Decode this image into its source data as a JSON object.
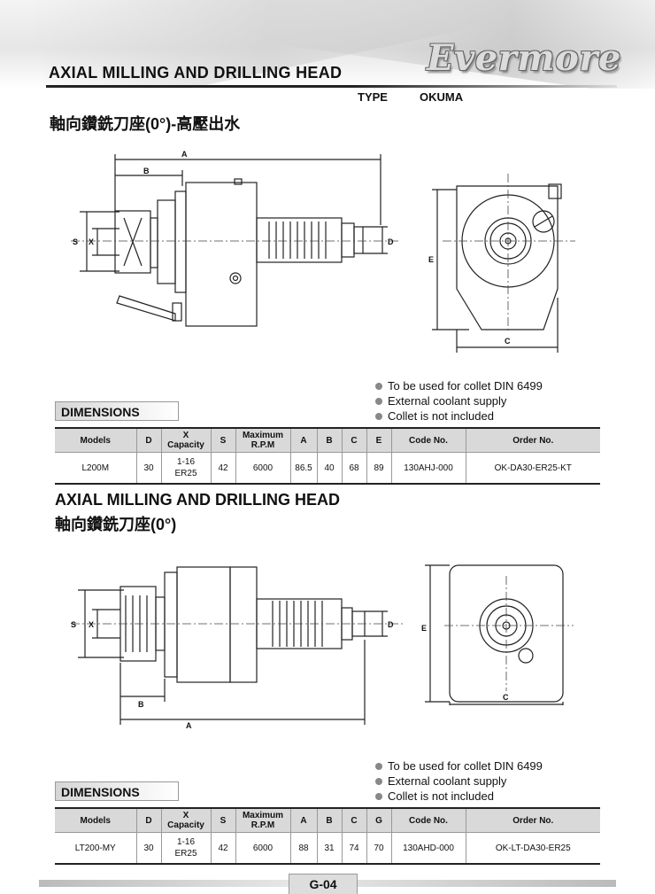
{
  "header": {
    "title": "AXIAL MILLING AND DRILLING HEAD",
    "logo_text": "Evermore",
    "type_label": "TYPE",
    "type_value": "OKUMA"
  },
  "section1": {
    "subtitle": "軸向鑽銑刀座(0°)-高壓出水",
    "labels": {
      "A": "A",
      "B": "B",
      "S": "S",
      "X": "X",
      "D": "D",
      "E": "E",
      "C": "C"
    },
    "notes": [
      "To be used for collet DIN 6499",
      "External coolant supply",
      "Collet is not included"
    ],
    "dimensions_label": "DIMENSIONS",
    "table": {
      "headers": [
        "Models",
        "D",
        "X",
        "Capacity",
        "S",
        "Maximum",
        "R.P.M",
        "A",
        "B",
        "C",
        "E",
        "Code No.",
        "Order No."
      ],
      "row": {
        "model": "L200M",
        "d": "30",
        "x1": "1-16",
        "x2": "ER25",
        "s": "42",
        "rpm": "6000",
        "a": "86.5",
        "b": "40",
        "c": "68",
        "e": "89",
        "code": "130AHJ-000",
        "order": "OK-DA30-ER25-KT"
      }
    }
  },
  "section2": {
    "title": "AXIAL MILLING AND DRILLING HEAD",
    "subtitle": "軸向鑽銑刀座(0°)",
    "labels": {
      "A": "A",
      "B": "B",
      "S": "S",
      "X": "X",
      "D": "D",
      "E": "E",
      "C": "C"
    },
    "notes": [
      "To be used for collet DIN 6499",
      "External coolant supply",
      "Collet is not included"
    ],
    "dimensions_label": "DIMENSIONS",
    "table": {
      "headers": [
        "Models",
        "D",
        "X",
        "Capacity",
        "S",
        "Maximum",
        "R.P.M",
        "A",
        "B",
        "C",
        "G",
        "Code No.",
        "Order No."
      ],
      "row": {
        "model": "LT200-MY",
        "d": "30",
        "x1": "1-16",
        "x2": "ER25",
        "s": "42",
        "rpm": "6000",
        "a": "88",
        "b": "31",
        "c": "74",
        "g": "70",
        "code": "130AHD-000",
        "order": "OK-LT-DA30-ER25"
      }
    }
  },
  "footer": {
    "page": "G-04"
  }
}
